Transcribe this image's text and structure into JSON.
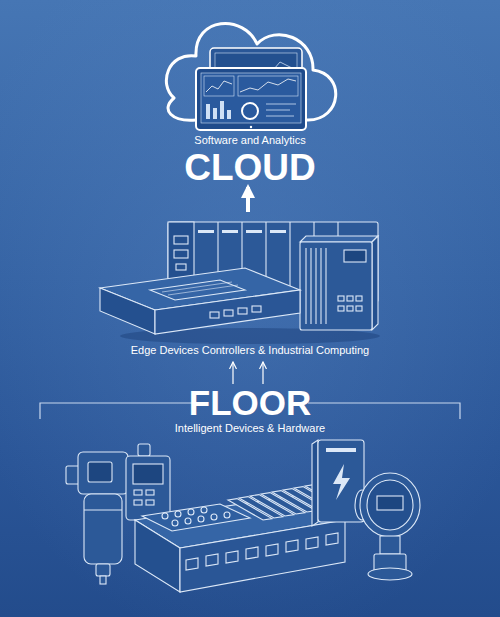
{
  "diagram": {
    "nodes": [
      {
        "text": [
          "Software and Analytics",
          "CLOUD"
        ]
      },
      {
        "text": [
          "Edge Devices Controllers & Industrial Computing"
        ]
      },
      {
        "text": [
          "FLOOR",
          "Intelligent Devices & Hardware"
        ]
      }
    ],
    "edges": [
      {
        "from": 1,
        "to": 0,
        "arrow": "to"
      },
      {
        "from": 2,
        "to": 1,
        "arrow": "to"
      },
      {
        "from": 2,
        "to": 1,
        "arrow": "to"
      }
    ]
  }
}
